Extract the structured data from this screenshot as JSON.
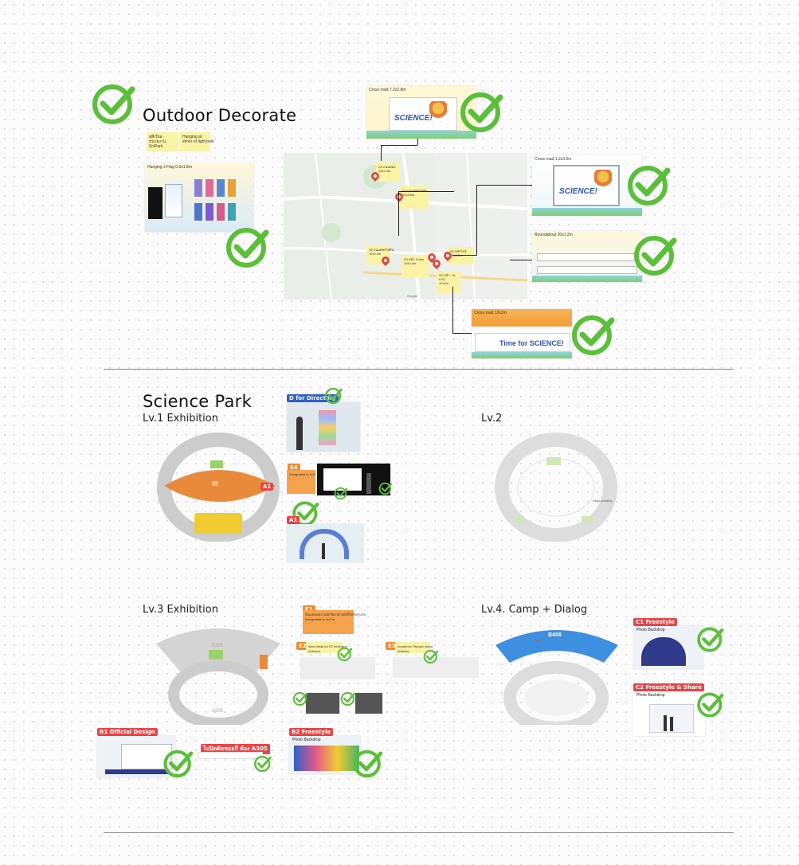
{
  "outdoor": {
    "title": "Outdoor Decorate",
    "sticky_main_a": "สุพีเรียล\nหน่วยงาน\nSciPark",
    "sticky_main_b": "Hanging at\nshore or light pole",
    "hanging_caption": "Hanging J-Flag 0.6x1.8m",
    "sign_cross_road_1": "Cross road 7.2x2.8m",
    "sign_cross_road_2": "Cross road 1.2x3.6m",
    "sign_roundabout": "Roundabout 20x1.2m",
    "sign_cross_road_3": "Cross road 12x2m",
    "billboard_word": "SCIENCE!",
    "billboard_time": "Time for SCIENCE!",
    "map_stickies": [
      "S4 ถนนพหล\n12x2.4m",
      "S3 ถนนพหลโยธิน\n12x3.6m",
      "S2 ถนนพหลโยธิน\n12x2.4m",
      "S3 หน้า Cross\n12x2.4m",
      "S5 หลักไมล์\n12x1.2m",
      "S2 หน้า - M\nLED\n12x2m"
    ],
    "map_labels": [
      "Google"
    ]
  },
  "science_park": {
    "title": "Science Park",
    "lv1_title": "Lv.1 Exhibition",
    "lv2_title": "Lv.2",
    "lv3_title": "Lv.3 Exhibition",
    "lv4_title": "Lv.4. Camp + Dialog",
    "tag_d": "D for Directory",
    "tag_e4": "E4",
    "tag_a1": "A1",
    "tag_a1_map": "A1",
    "tag_e1": "E1",
    "tag_e2": "E2",
    "tag_e3": "E3",
    "tag_b1": "B1 Official Design",
    "tag_b2": "B2 Freestyle",
    "tag_c1": "C1 Freestyle",
    "tag_c2": "C2 Freestyle & Share",
    "tag_a305_banner": "ไปนิดติดซอยกี่ ห้อง A305",
    "e4_note": "Designated to 4x2*\n...",
    "e1_note": "จัดแสดงผลงานนักวิทยาศาสตร์ที่ได้รับรางวัล\nDesignated to 4x2*m",
    "e2_note": "Area detail for E2 exhibition\n(fullsize)",
    "e3_note": "Academic Olympic stand\n(fullsize)",
    "lv2_note": "Desk pending",
    "photo_backdrop": "Photo Backdrop",
    "room_b406": "B406",
    "room_b305": "B305",
    "room_a305": "A305"
  },
  "colors": {
    "check_green": "#5bbf3a",
    "tag_red": "#e94547",
    "tag_blue": "#2f5fc9",
    "hall_orange": "#e98a3b",
    "hall_yellow": "#f1cc33",
    "camp_blue": "#3d8fe0"
  }
}
